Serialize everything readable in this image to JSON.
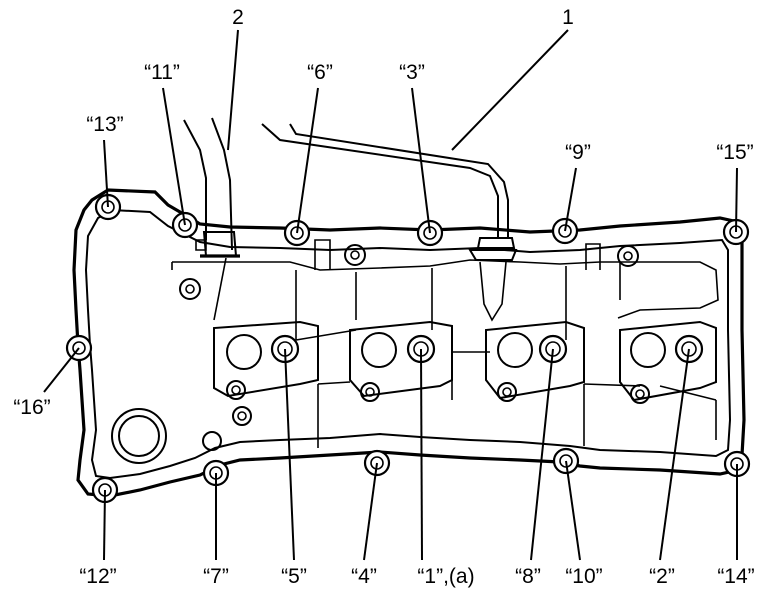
{
  "diagram": {
    "part_labels": [
      {
        "id": "part-1",
        "text": "1"
      },
      {
        "id": "part-2",
        "text": "2"
      }
    ],
    "bolt_labels": [
      {
        "id": "bolt-11",
        "text": "“11”"
      },
      {
        "id": "bolt-6",
        "text": "“6”"
      },
      {
        "id": "bolt-3",
        "text": "“3”"
      },
      {
        "id": "bolt-13",
        "text": "“13”"
      },
      {
        "id": "bolt-9",
        "text": "“9”"
      },
      {
        "id": "bolt-15",
        "text": "“15”"
      },
      {
        "id": "bolt-16",
        "text": "“16”"
      },
      {
        "id": "bolt-12",
        "text": "“12”"
      },
      {
        "id": "bolt-7",
        "text": "“7”"
      },
      {
        "id": "bolt-5",
        "text": "“5”"
      },
      {
        "id": "bolt-4",
        "text": "“4”"
      },
      {
        "id": "bolt-1",
        "text": "“1”,(a)"
      },
      {
        "id": "bolt-8",
        "text": "“8”"
      },
      {
        "id": "bolt-10",
        "text": "“10”"
      },
      {
        "id": "bolt-2",
        "text": "“2”"
      },
      {
        "id": "bolt-14",
        "text": "“14”"
      }
    ]
  }
}
